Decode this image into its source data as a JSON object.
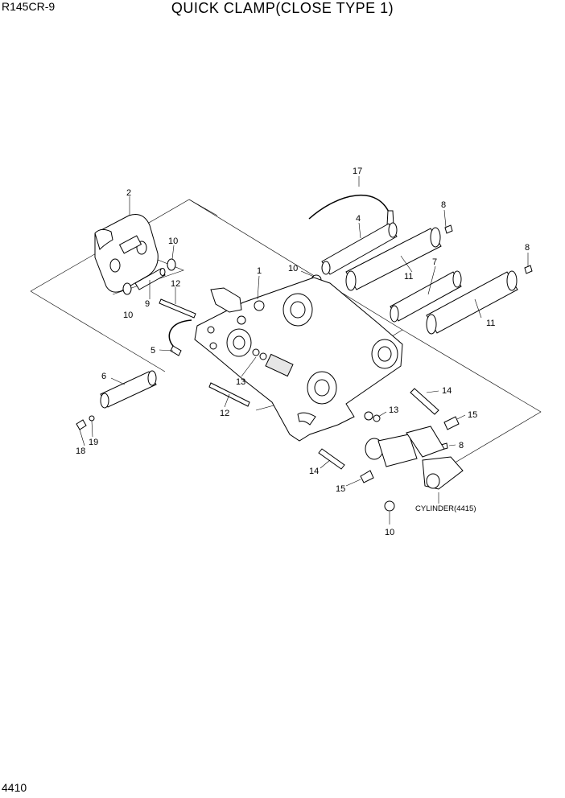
{
  "header": {
    "model": "R145CR-9",
    "title": "QUICK CLAMP(CLOSE TYPE 1)"
  },
  "footer": {
    "page_number": "4410"
  },
  "callouts": {
    "c1": "1",
    "c2": "2",
    "c4": "4",
    "c5": "5",
    "c6": "6",
    "c7": "7",
    "c8a": "8",
    "c8b": "8",
    "c8c": "8",
    "c9": "9",
    "c10a": "10",
    "c10b": "10",
    "c10c": "10",
    "c10d": "10",
    "c11a": "11",
    "c11b": "11",
    "c12a": "12",
    "c12b": "12",
    "c13a": "13",
    "c13b": "13",
    "c14a": "14",
    "c14b": "14",
    "c15a": "15",
    "c15b": "15",
    "c17": "17",
    "c18": "18",
    "c19": "19",
    "cylinder": "CYLINDER(4415)"
  }
}
